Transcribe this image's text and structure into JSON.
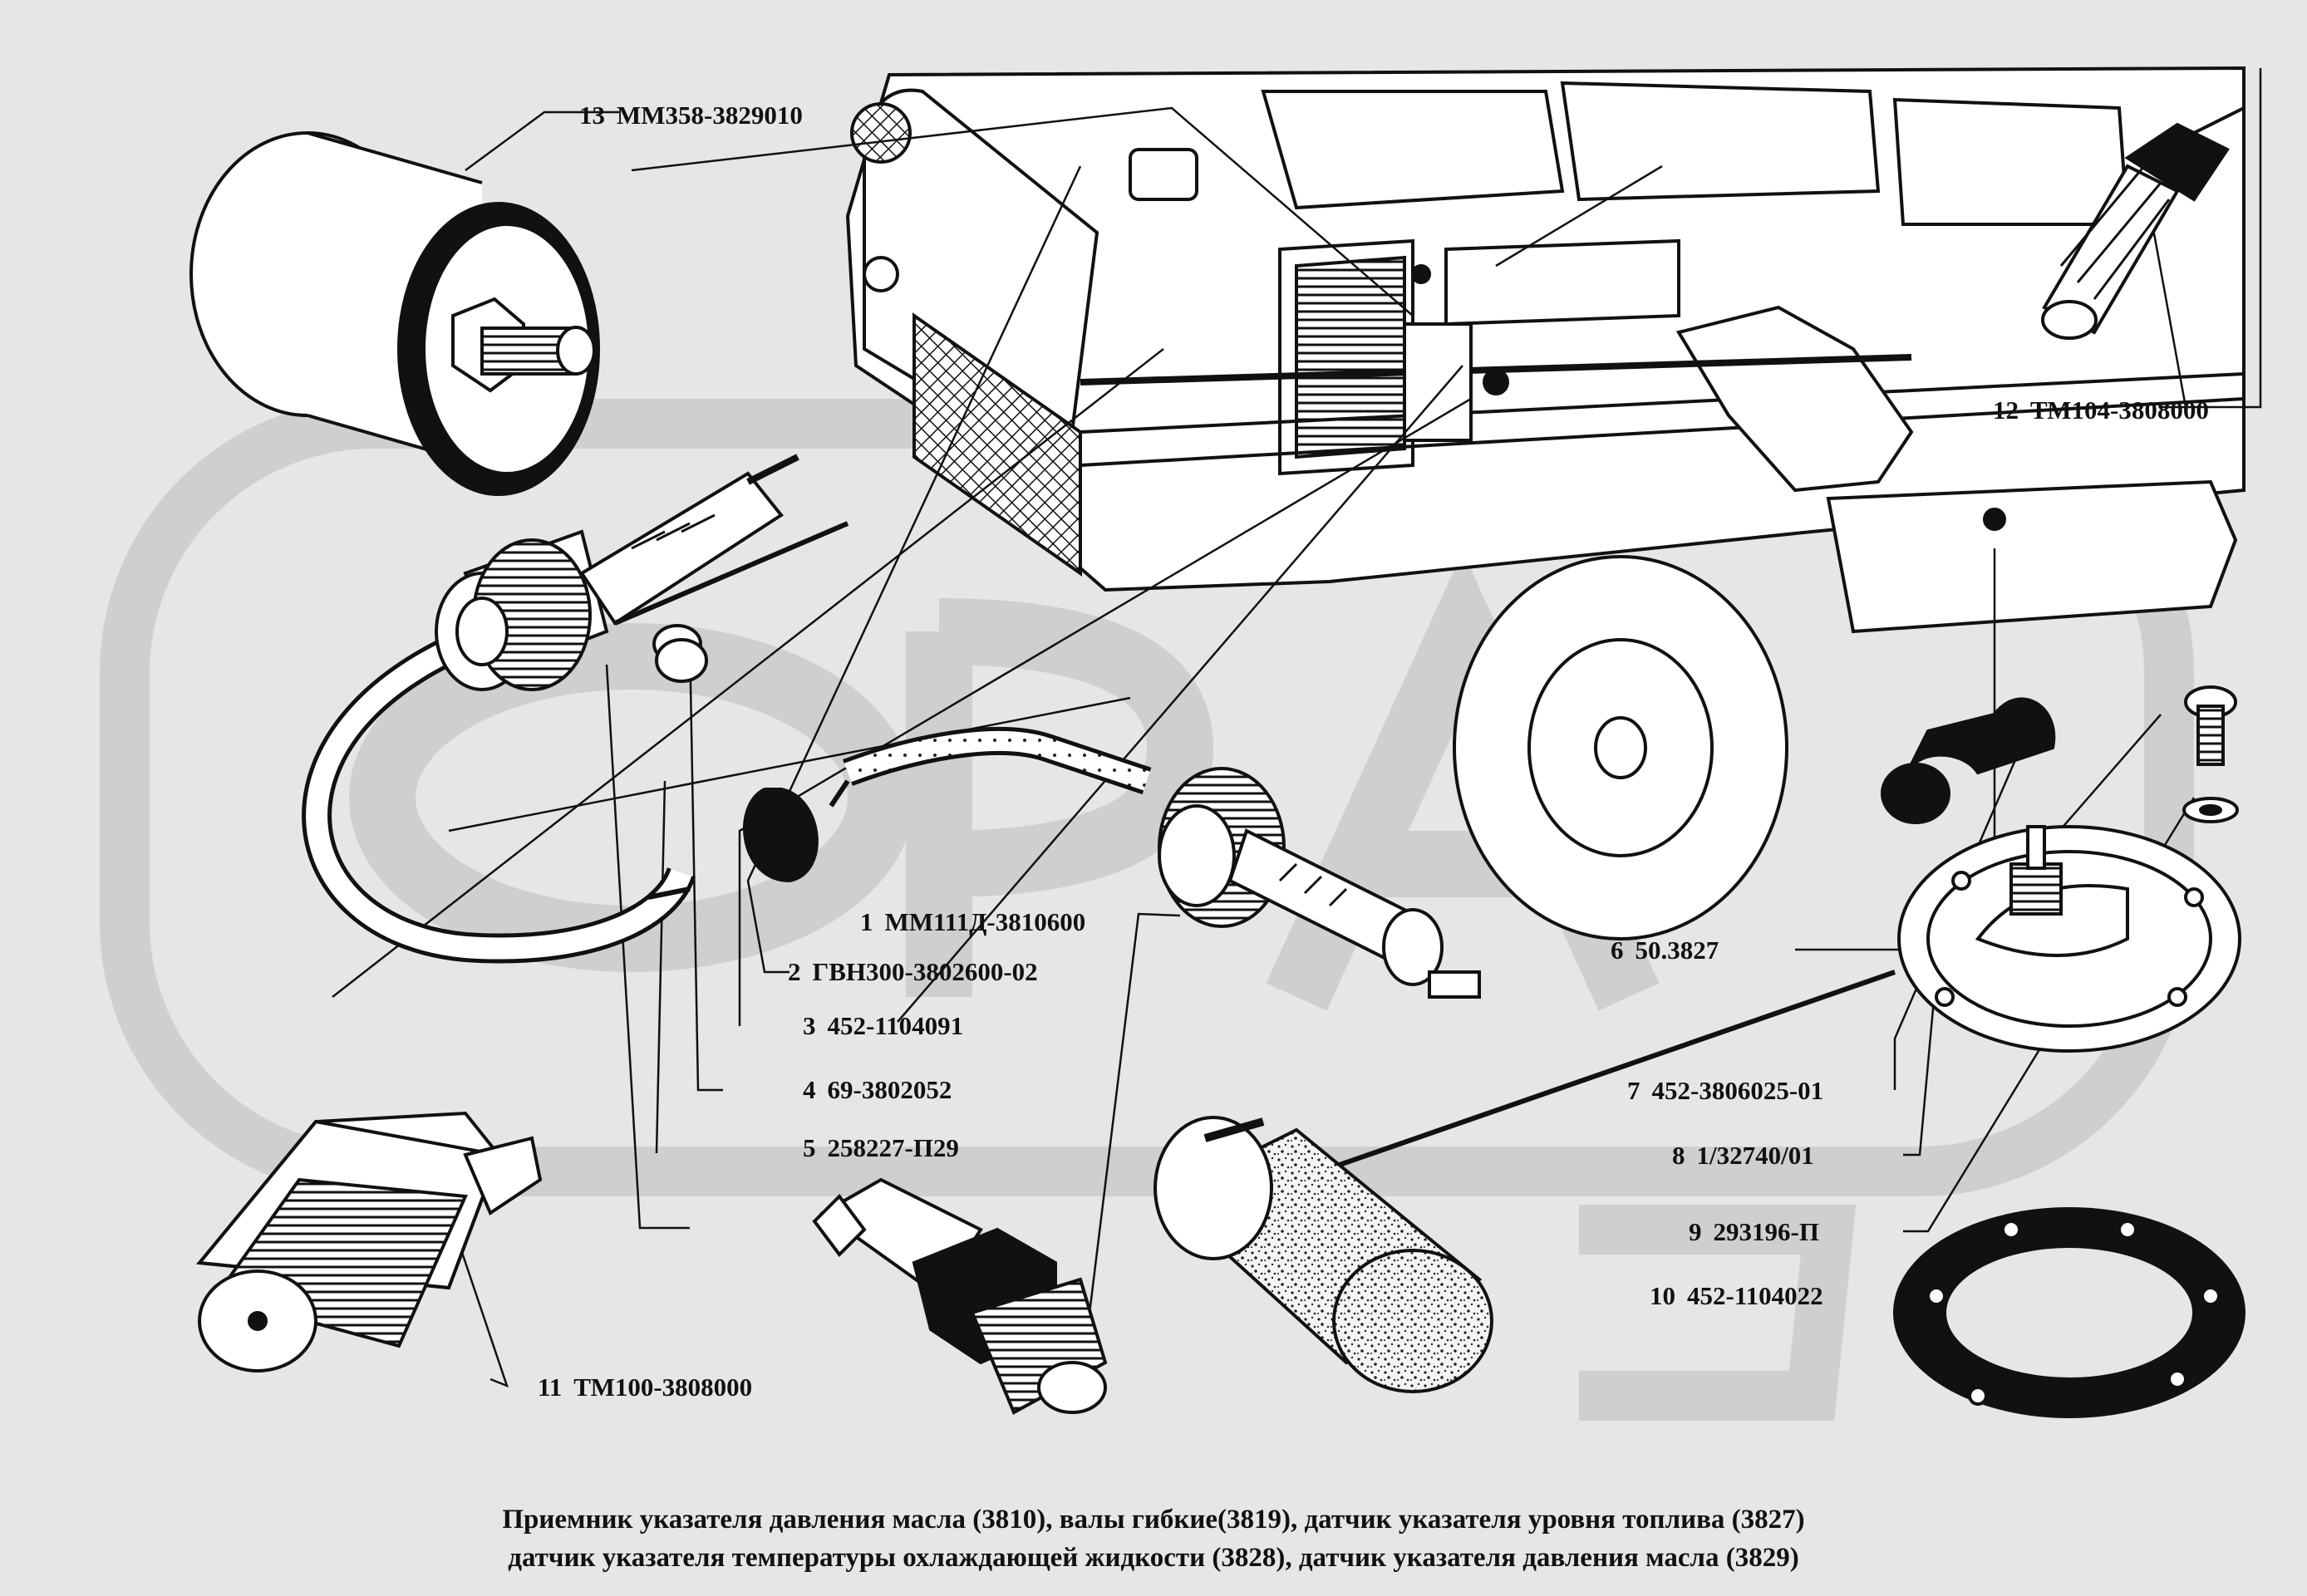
{
  "parts": [
    {
      "id": "p13",
      "num": "13",
      "code": "ММ358-3829010"
    },
    {
      "id": "p12",
      "num": "12",
      "code": "ТМ104-3808000"
    },
    {
      "id": "p1",
      "num": "1",
      "code": "ММ111Д-3810600"
    },
    {
      "id": "p2",
      "num": "2",
      "code": "ГВН300-3802600-02"
    },
    {
      "id": "p3",
      "num": "3",
      "code": "452-1104091"
    },
    {
      "id": "p4",
      "num": "4",
      "code": "69-3802052"
    },
    {
      "id": "p5",
      "num": "5",
      "code": "258227-П29"
    },
    {
      "id": "p6",
      "num": "6",
      "code": "50.3827"
    },
    {
      "id": "p7",
      "num": "7",
      "code": "452-3806025-01"
    },
    {
      "id": "p8",
      "num": "8",
      "code": "1/32740/01"
    },
    {
      "id": "p9",
      "num": "9",
      "code": "293196-П"
    },
    {
      "id": "p10",
      "num": "10",
      "code": "452-1104022"
    },
    {
      "id": "p11",
      "num": "11",
      "code": "ТМ100-3808000"
    }
  ],
  "caption": {
    "line1": "Приемник указателя давления масла (3810), валы гибкие(3819), датчик указателя уровня топлива (3827)",
    "line2": "датчик указателя температуры охлаждающей жидкости  (3828), датчик указателя давления масла (3829)"
  },
  "colors": {
    "background": "#e6e6e6",
    "ink": "#111111",
    "watermark": "#cfcfcf",
    "paper": "#ffffff"
  }
}
